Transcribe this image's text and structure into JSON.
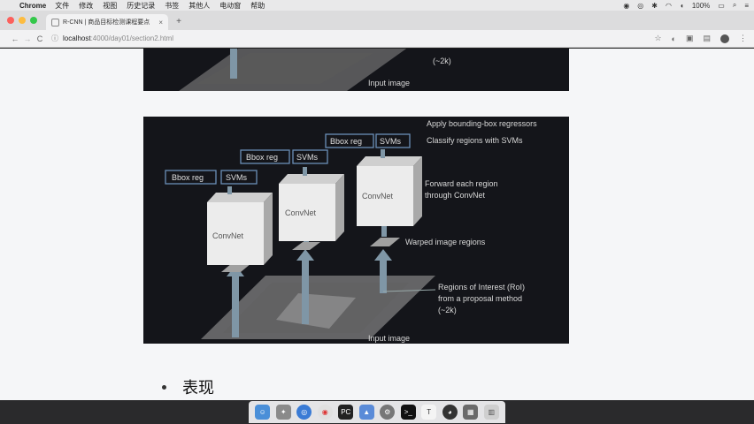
{
  "menubar": {
    "app_name": "Chrome",
    "items": [
      "文件",
      "修改",
      "视图",
      "历史记录",
      "书签",
      "其他人",
      "电动窗",
      "帮助"
    ],
    "battery": "100%"
  },
  "tab": {
    "title": "R-CNN | 商品目标检测课程要点",
    "close_glyph": "×",
    "new_tab_glyph": "+"
  },
  "toolbar": {
    "back_glyph": "←",
    "forward_glyph": "→",
    "reload_glyph": "C",
    "info_glyph": "ⓘ",
    "url_host": "localhost",
    "url_path": ":4000/day01/section2.html",
    "star_glyph": "☆"
  },
  "slide_top": {
    "label_2k": "(~2k)",
    "input_image": "Input image"
  },
  "slide_main": {
    "apply_bbox": "Apply bounding-box regressors",
    "classify": "Classify regions with SVMs",
    "forward_1": "Forward each region",
    "forward_2": "through ConvNet",
    "warped": "Warped image regions",
    "roi_1": "Regions of Interest (RoI)",
    "roi_2": "from a proposal method",
    "roi_3": "(~2k)",
    "input_image": "Input image",
    "box_labels": {
      "bbox_reg": "Bbox reg",
      "svms": "SVMs",
      "convnet": "ConvNet"
    }
  },
  "bullet": {
    "text": "表现"
  },
  "colors": {
    "slide_bg": "#14151a",
    "arrow": "#7f96a6",
    "label_box": "#2f5a8a",
    "page_bg": "#f5f6f8"
  },
  "dock_icons": [
    "finder-icon",
    "launchpad-icon",
    "safari-icon",
    "chrome-icon",
    "pycharm-icon",
    "keynote-icon",
    "system-preferences-icon",
    "terminal-icon",
    "textedit-icon",
    "quicktime-icon",
    "photo-icon",
    "trash-icon"
  ]
}
